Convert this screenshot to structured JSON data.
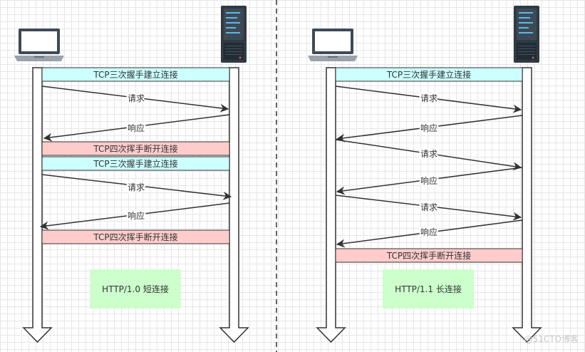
{
  "colors": {
    "handshake": "#ccffff",
    "teardown": "#ffcccc",
    "legend": "#ccffcc",
    "line": "#333333"
  },
  "left_panel": {
    "title": "HTTP/1.0 短连接",
    "boxes": [
      {
        "kind": "handshake",
        "label": "TCP三次握手建立连接"
      },
      {
        "kind": "teardown",
        "label": "TCP四次挥手断开连接"
      },
      {
        "kind": "handshake",
        "label": "TCP三次握手建立连接"
      },
      {
        "kind": "teardown",
        "label": "TCP四次挥手断开连接"
      }
    ],
    "messages": [
      {
        "direction": "to-server",
        "label": "请求"
      },
      {
        "direction": "to-client",
        "label": "响应"
      },
      {
        "direction": "to-server",
        "label": "请求"
      },
      {
        "direction": "to-client",
        "label": "响应"
      }
    ]
  },
  "right_panel": {
    "title": "HTTP/1.1 长连接",
    "boxes": [
      {
        "kind": "handshake",
        "label": "TCP三次握手建立连接"
      },
      {
        "kind": "teardown",
        "label": "TCP四次挥手断开连接"
      }
    ],
    "messages": [
      {
        "direction": "to-server",
        "label": "请求"
      },
      {
        "direction": "to-client",
        "label": "响应"
      },
      {
        "direction": "to-server",
        "label": "请求"
      },
      {
        "direction": "to-client",
        "label": "响应"
      },
      {
        "direction": "to-server",
        "label": "请求"
      },
      {
        "direction": "to-client",
        "label": "响应"
      }
    ]
  },
  "icons": {
    "client": "laptop-icon",
    "server": "server-icon"
  },
  "watermark": "@51CTO博客"
}
